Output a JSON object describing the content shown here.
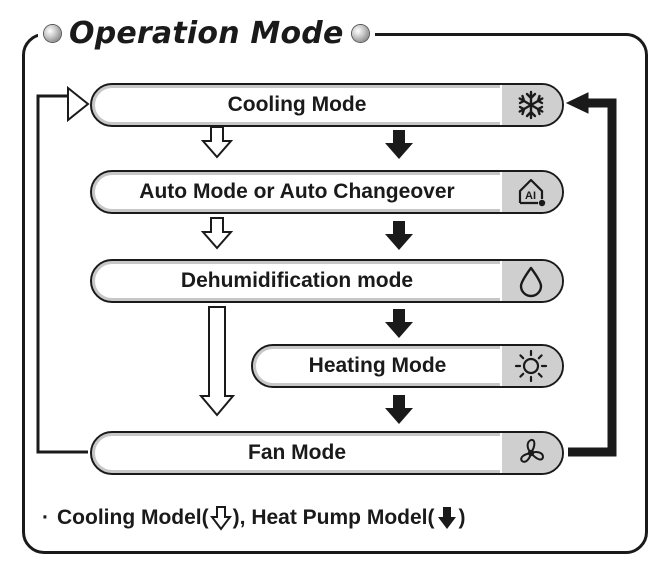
{
  "title": "Operation Mode",
  "modes": {
    "cooling": {
      "label": "Cooling Mode",
      "icon": "snowflake-icon"
    },
    "auto": {
      "label": "Auto Mode or Auto Changeover",
      "icon": "auto-ai-icon"
    },
    "dehumidification": {
      "label": "Dehumidification mode",
      "icon": "water-drop-icon"
    },
    "heating": {
      "label": "Heating Mode",
      "icon": "sun-icon"
    },
    "fan": {
      "label": "Fan Mode",
      "icon": "fan-icon"
    }
  },
  "legend": {
    "bullet": "·",
    "cooling_model": "Cooling Model(",
    "separator": "), ",
    "heat_pump_model": "Heat Pump Model(",
    "close": ")",
    "cooling_arrow": "hollow-down-arrow-icon",
    "heat_pump_arrow": "solid-down-arrow-icon"
  },
  "colors": {
    "line": "#1a1a1a",
    "cap": "#cfcfcf",
    "pill_inner": "#c7c7c7"
  }
}
